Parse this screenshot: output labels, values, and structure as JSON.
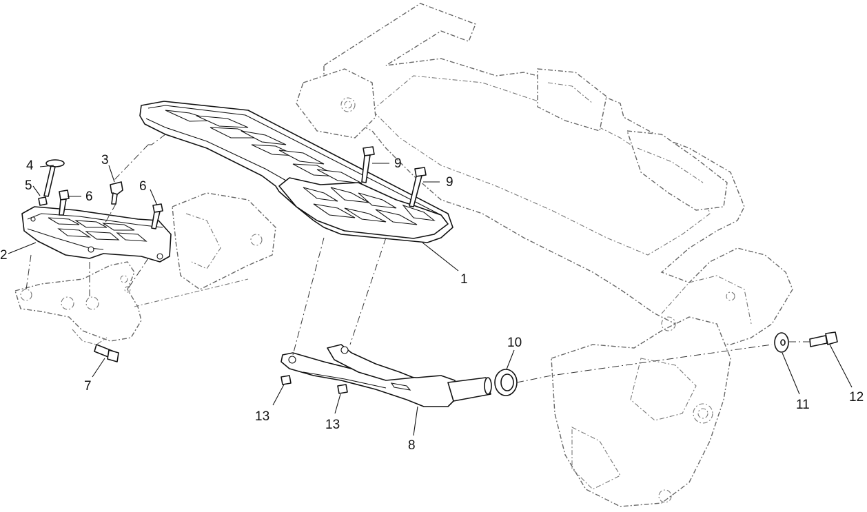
{
  "callouts": {
    "c1": "1",
    "c2": "2",
    "c3": "3",
    "c4": "4",
    "c5": "5",
    "c6a": "6",
    "c6b": "6",
    "c7": "7",
    "c8": "8",
    "c9a": "9",
    "c9b": "9",
    "c10": "10",
    "c11": "11",
    "c12": "12",
    "c13a": "13",
    "c13b": "13"
  }
}
